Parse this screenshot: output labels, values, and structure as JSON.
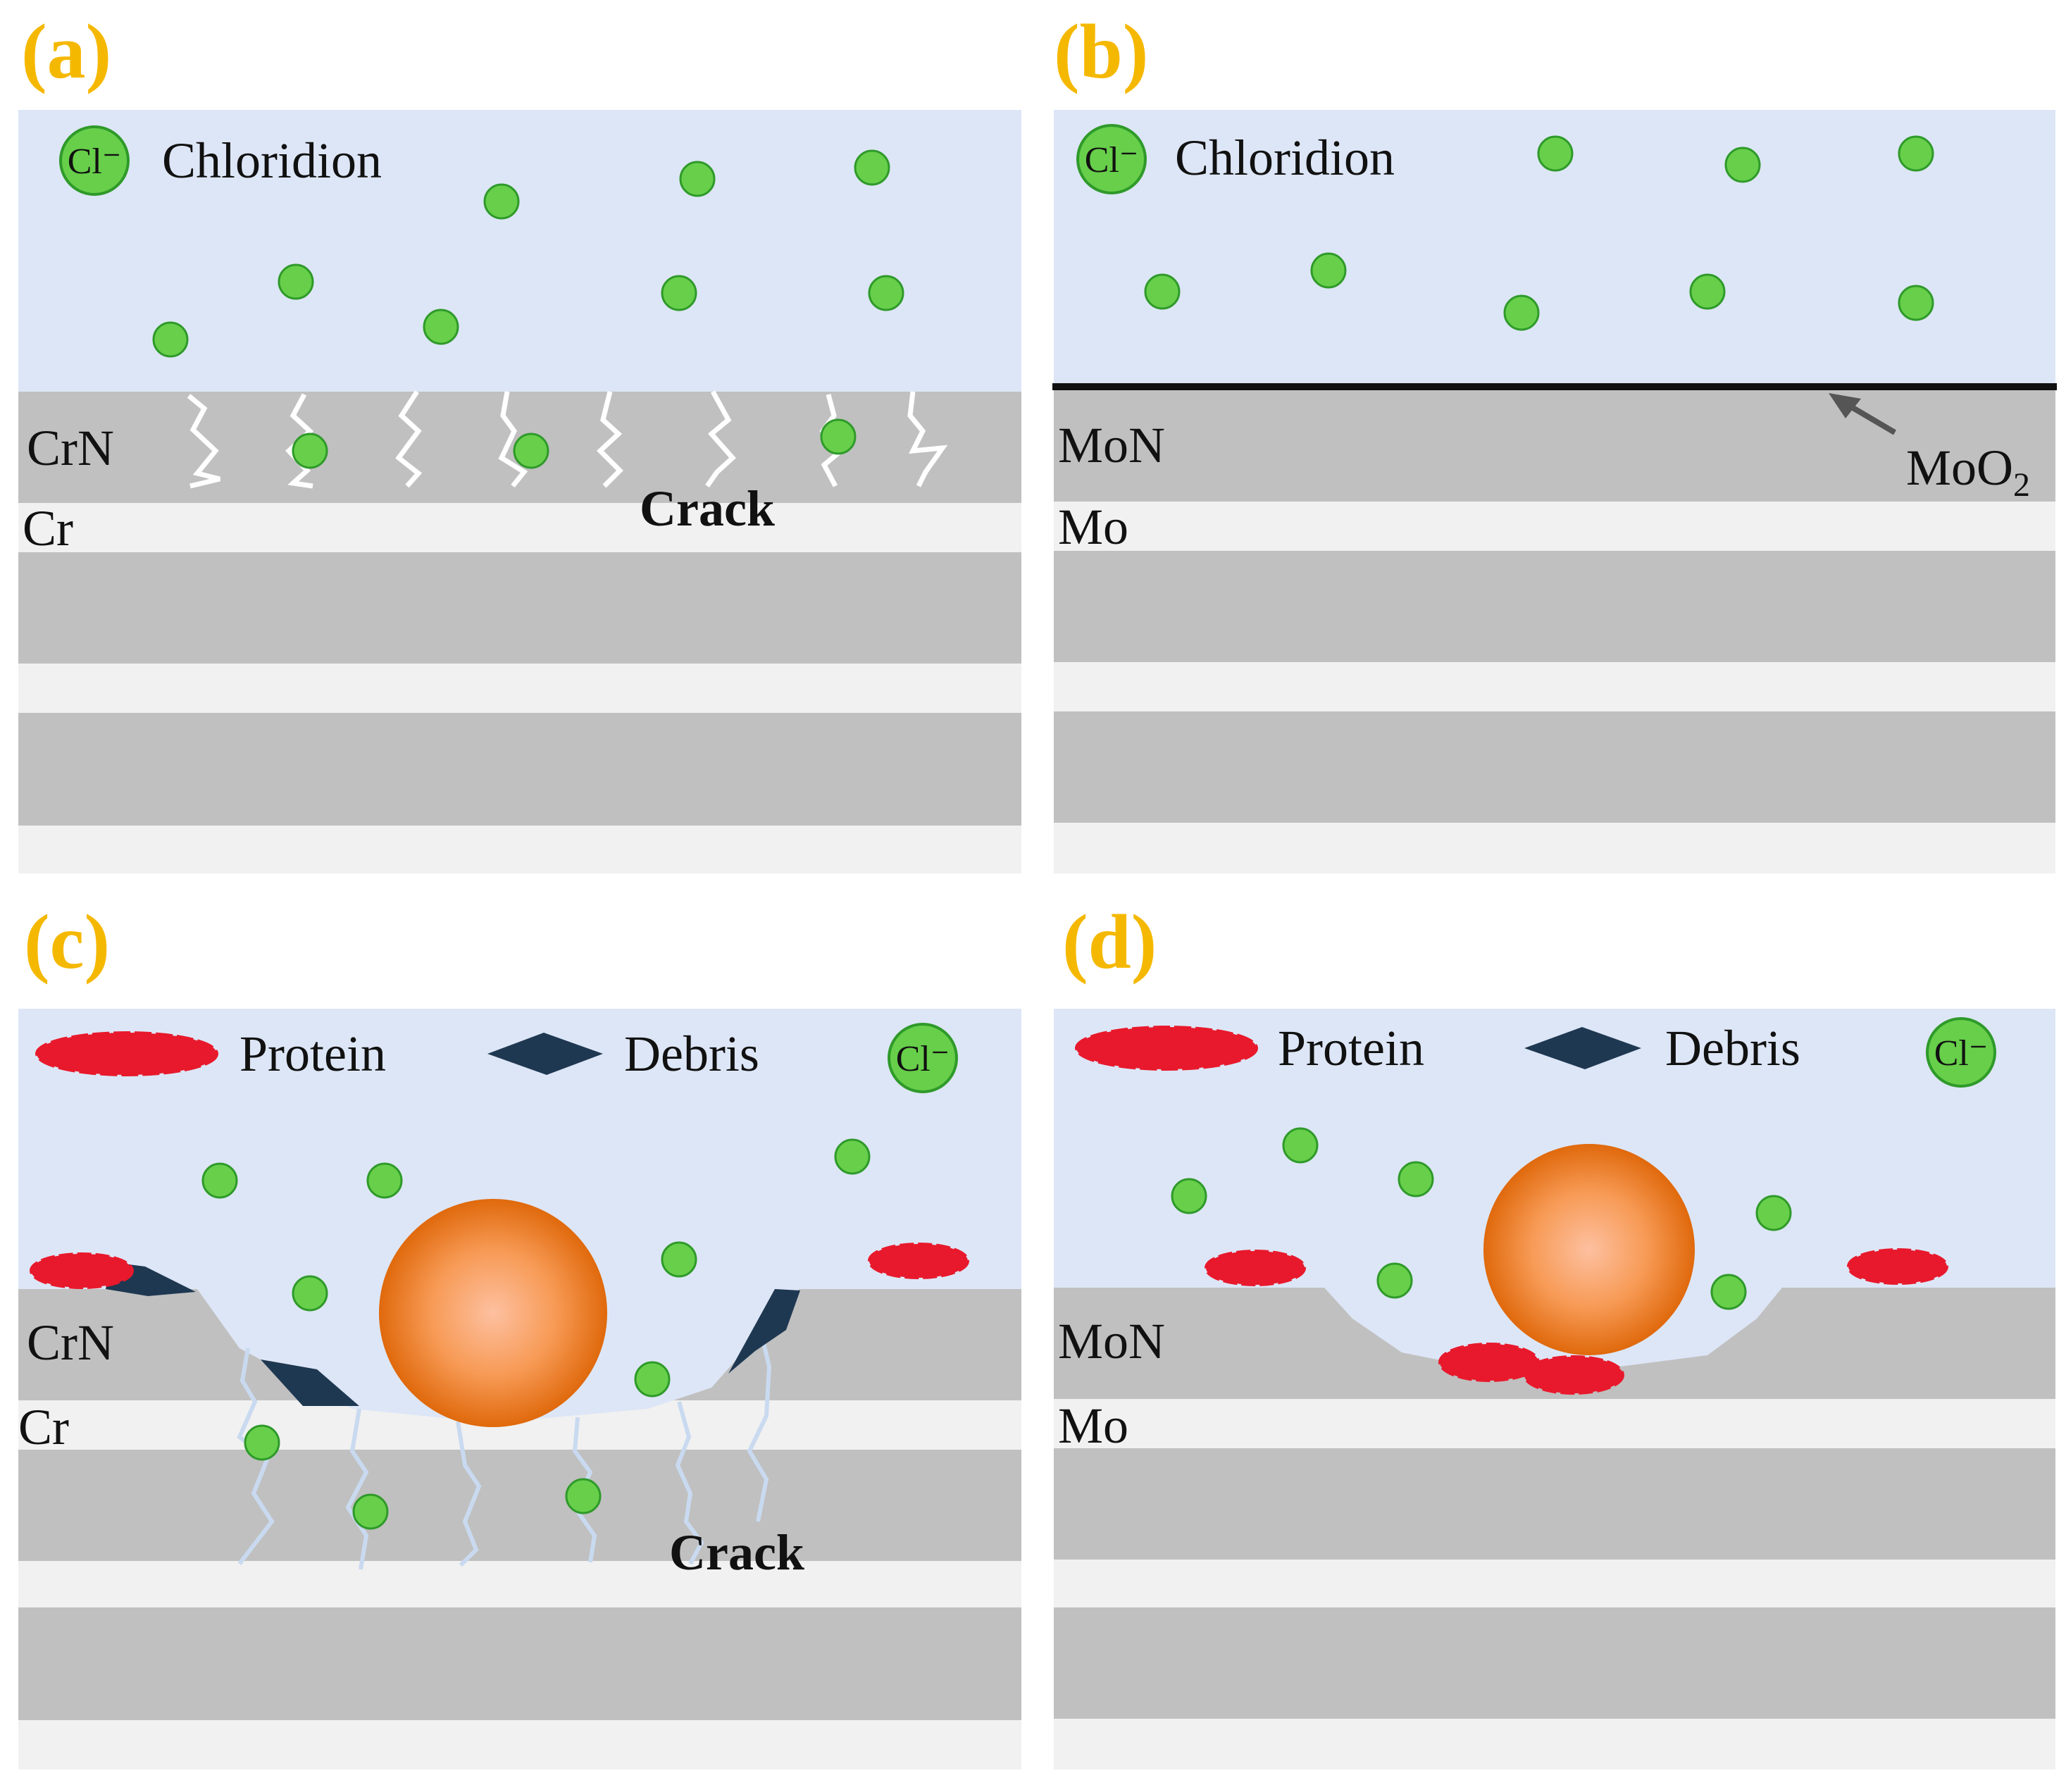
{
  "panels": {
    "a": {
      "label": "(a)",
      "legend_ion": "Chloridion",
      "layer_top": "CrN",
      "layer_mid": "Cr",
      "crack": "Crack"
    },
    "b": {
      "label": "(b)",
      "legend_ion": "Chloridion",
      "layer_top": "MoN",
      "layer_mid": "Mo",
      "oxide": "MoO",
      "oxide_sub": "2"
    },
    "c": {
      "label": "(c)",
      "legend_protein": "Protein",
      "legend_debris": "Debris",
      "layer_top": "CrN",
      "layer_mid": "Cr",
      "crack": "Crack"
    },
    "d": {
      "label": "(d)",
      "legend_protein": "Protein",
      "legend_debris": "Debris",
      "layer_top": "MoN",
      "layer_mid": "Mo"
    }
  },
  "ion_symbol": "Cl⁻",
  "colors": {
    "solution": "#dde6f6",
    "gray_layer": "#c0c0c0",
    "light_layer": "#f1f1f1",
    "ion_fill": "#67cf4a",
    "ion_stroke": "#2f9a2a",
    "protein": "#e8192c",
    "debris": "#1f3852",
    "ball_center": "#fdb489",
    "ball_edge": "#e0690c",
    "label": "#f5b800"
  }
}
